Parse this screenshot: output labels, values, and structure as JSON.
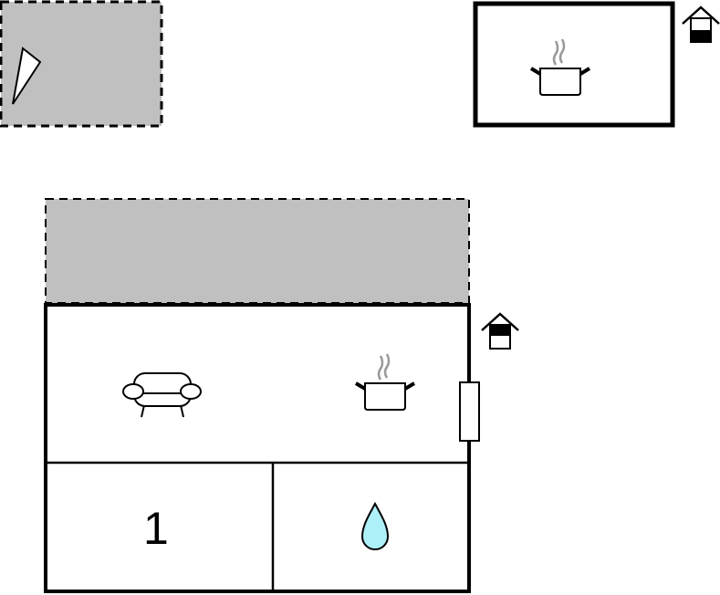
{
  "floorplan": {
    "rooms": [
      {
        "type": "terrace",
        "icon": "compass-needle-icon"
      },
      {
        "type": "outdoor-kitchen",
        "icon": "cooking-pot-icon"
      },
      {
        "type": "terrace",
        "icon": null
      },
      {
        "type": "living-kitchen",
        "icons": [
          "sofa-icon",
          "cooking-pot-icon"
        ]
      },
      {
        "type": "bedroom",
        "label": "1"
      },
      {
        "type": "bathroom",
        "icon": "water-drop-icon"
      }
    ],
    "bedroom_label": "1",
    "colors": {
      "terrace": "#c0c0c0",
      "wall": "#000000",
      "water": "#aef0f8",
      "steam": "#999999"
    }
  }
}
